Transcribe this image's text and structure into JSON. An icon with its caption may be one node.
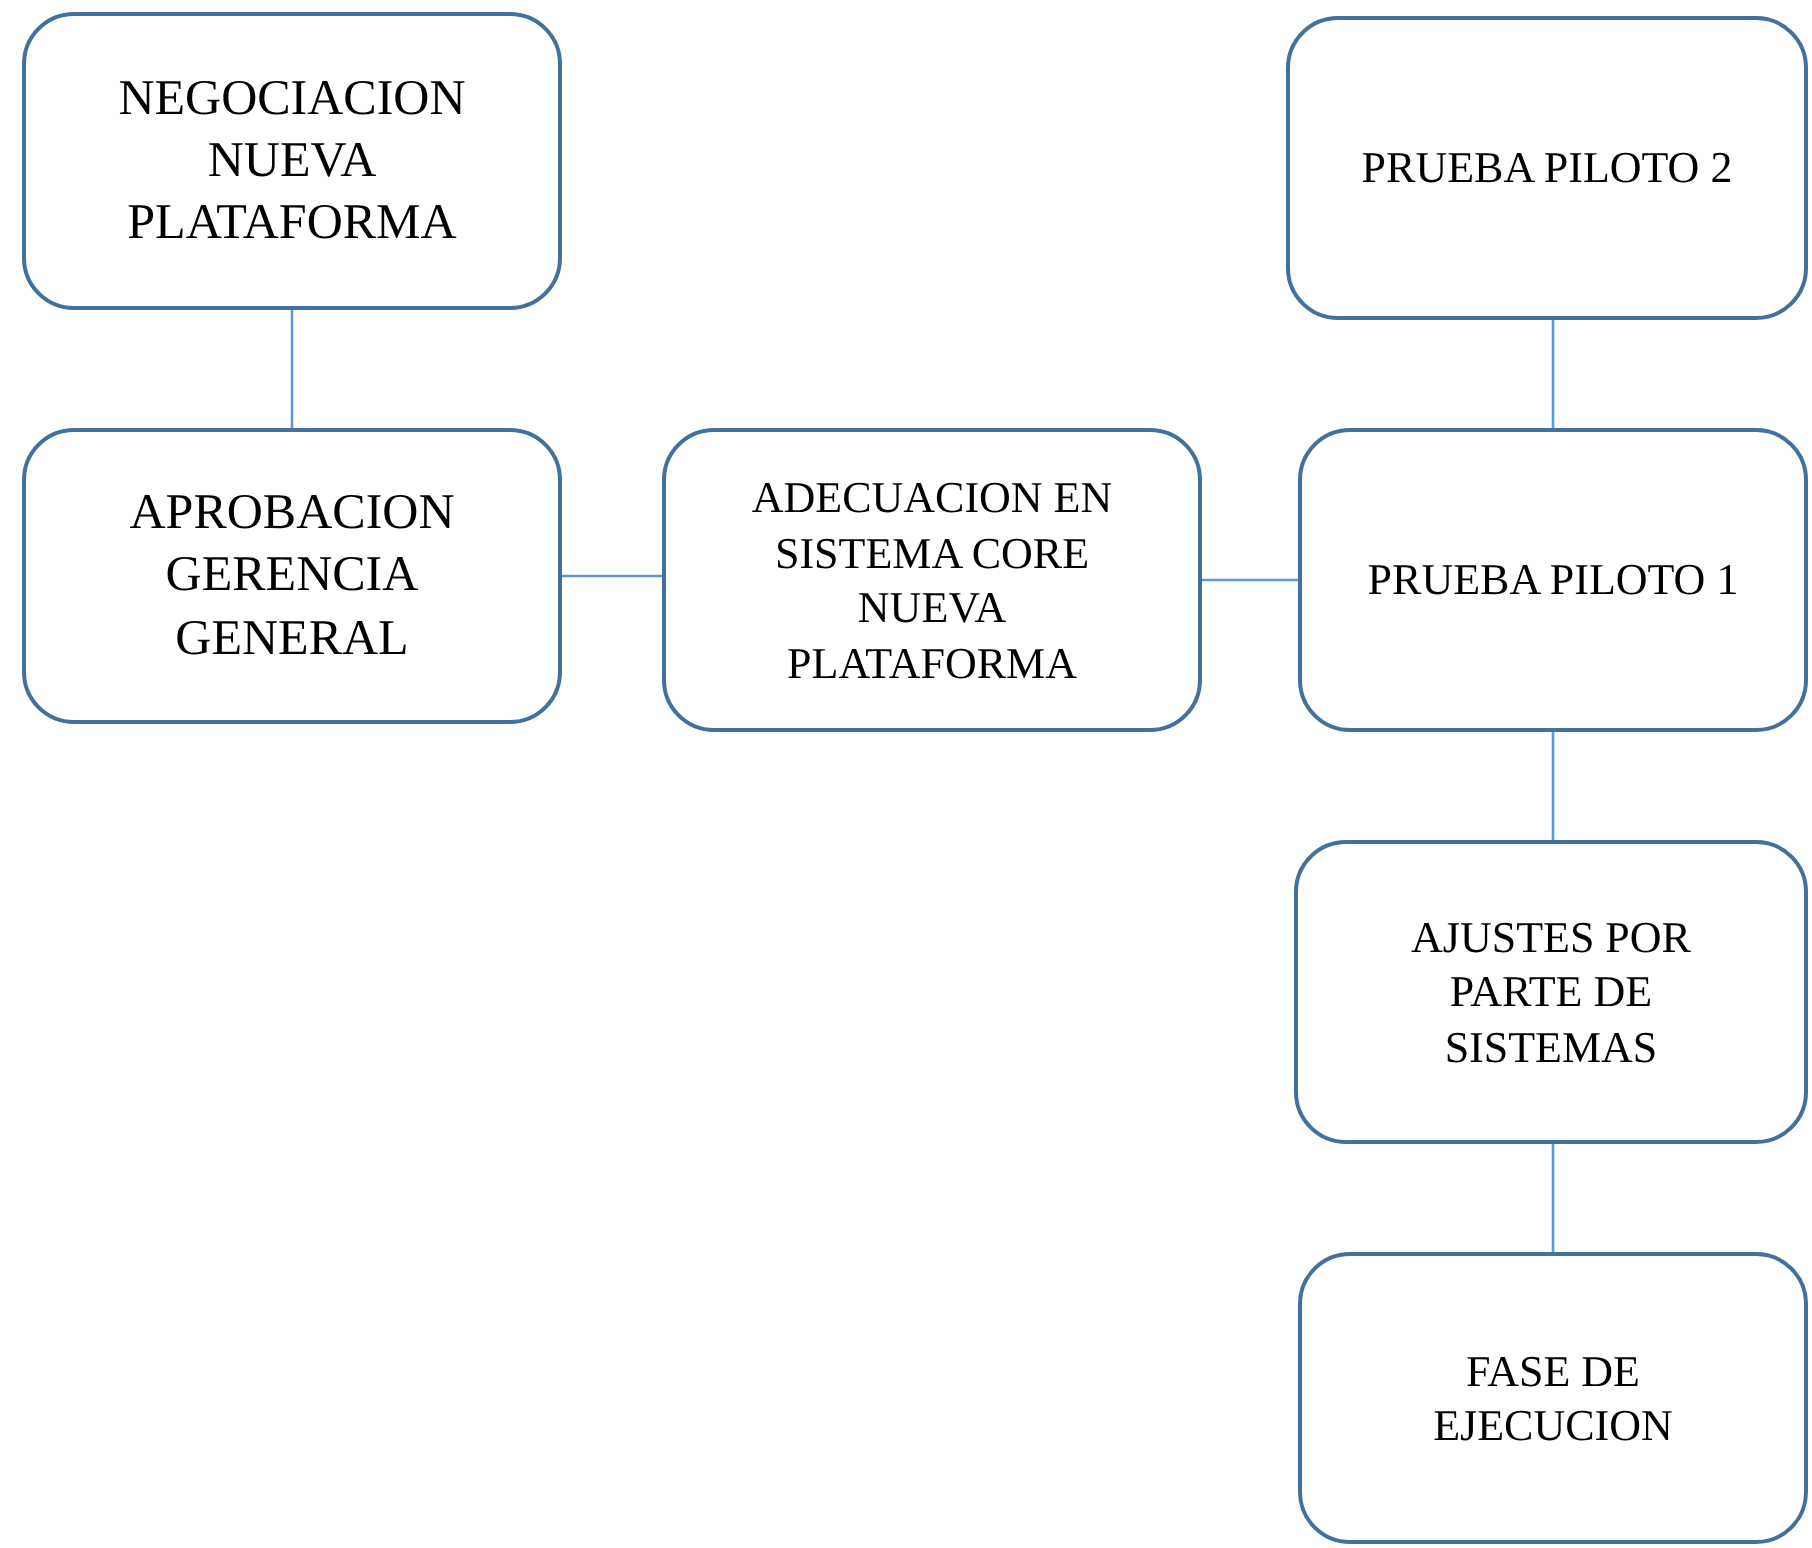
{
  "diagram": {
    "nodes": [
      {
        "text": [
          "NEGOCIACION NUEVA PLATAFORMA"
        ]
      },
      {
        "text": [
          "APROBACION GERENCIA GENERAL"
        ]
      },
      {
        "text": [
          "ADECUACION EN SISTEMA CORE NUEVA PLATAFORMA"
        ]
      },
      {
        "text": [
          "PRUEBA PILOTO 2"
        ]
      },
      {
        "text": [
          "PRUEBA PILOTO 1"
        ]
      },
      {
        "text": [
          "AJUSTES POR PARTE DE SISTEMAS"
        ]
      },
      {
        "text": [
          "FASE DE EJECUCION"
        ]
      }
    ],
    "edges": [
      {
        "from": 0,
        "to": 1,
        "arrow": "none"
      },
      {
        "from": 1,
        "to": 2,
        "arrow": "none"
      },
      {
        "from": 2,
        "to": 4,
        "arrow": "none"
      },
      {
        "from": 3,
        "to": 4,
        "arrow": "none"
      },
      {
        "from": 4,
        "to": 5,
        "arrow": "none"
      },
      {
        "from": 5,
        "to": 6,
        "arrow": "none"
      }
    ]
  }
}
